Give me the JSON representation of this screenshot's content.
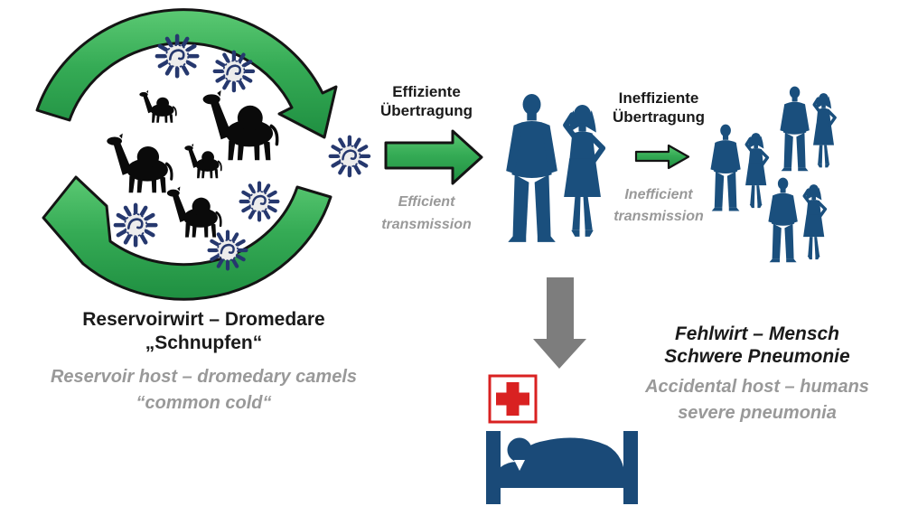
{
  "colors": {
    "background": "#ffffff",
    "arrow_green_light": "#5bc973",
    "arrow_green": "#35ab55",
    "arrow_green_dark": "#1f8f41",
    "outline": "#141414",
    "virus_navy": "#26386e",
    "virus_center": "#ececec",
    "human_blue": "#1a4f7d",
    "bed_blue": "#1a4a78",
    "camel_black": "#0a0a0a",
    "gray_arrow": "#7d7d7d",
    "cross_red": "#d92121",
    "heading_text": "#1a1a1a",
    "subtext_gray": "#999999"
  },
  "labels": {
    "reservoir_de_1": "Reservoirwirt – Dromedare",
    "reservoir_de_2": "„Schnupfen“",
    "reservoir_en_1": "Reservoir host – dromedary camels",
    "reservoir_en_2": "“common cold“",
    "efficient_de_1": "Effiziente",
    "efficient_de_2": "Übertragung",
    "efficient_en_1": "Efficient",
    "efficient_en_2": "transmission",
    "inefficient_de_1": "Ineffiziente",
    "inefficient_de_2": "Übertragung",
    "inefficient_en_1": "Inefficient",
    "inefficient_en_2": "transmission",
    "accidental_de_1": "Fehlwirt – Mensch",
    "accidental_de_2": "Schwere Pneumonie",
    "accidental_en_1": "Accidental host – humans",
    "accidental_en_2": "severe pneumonia"
  },
  "icons": {
    "cycle": "circular-green-arrows-icon",
    "camel": "dromedary-camel-silhouette-icon",
    "virus": "coronavirus-icon",
    "man": "man-silhouette-icon",
    "woman": "woman-silhouette-icon",
    "arrow_right_large": "green-right-arrow-icon",
    "arrow_right_small": "small-green-right-arrow-icon",
    "arrow_down": "gray-down-arrow-icon",
    "red_cross": "red-cross-hospital-icon",
    "bed": "patient-in-bed-icon"
  }
}
